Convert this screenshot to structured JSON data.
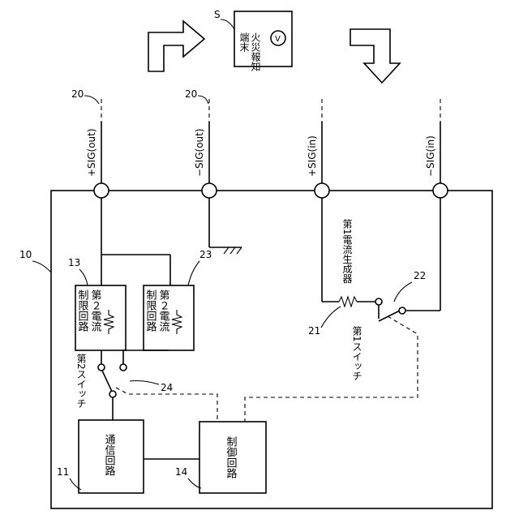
{
  "terminals": {
    "sig_out_plus": "+SIG(out)",
    "sig_out_minus": "−SIG(out)",
    "sig_in_plus": "+SIG(in)",
    "sig_in_minus": "−SIG(in)"
  },
  "refs": {
    "device": "10",
    "comm_circuit": "11",
    "limit1": "13",
    "control": "14",
    "line_a": "20",
    "line_b": "20",
    "current_gen": "21",
    "switch1": "22",
    "limit2": "23",
    "switch2": "24",
    "terminal": "S"
  },
  "blocks": {
    "fire_terminal": [
      "火災報知",
      "端末"
    ],
    "limit1": [
      "第２電流",
      "制限回路"
    ],
    "limit2": [
      "第２電流",
      "制限回路"
    ],
    "comm": "通信回路",
    "control": "制御回路",
    "gen1": "第1電流生成器",
    "switch1": "第1スイッチ",
    "switch2": "第2スイッチ"
  },
  "icons": {
    "fire_terminal_symbol": "V"
  }
}
